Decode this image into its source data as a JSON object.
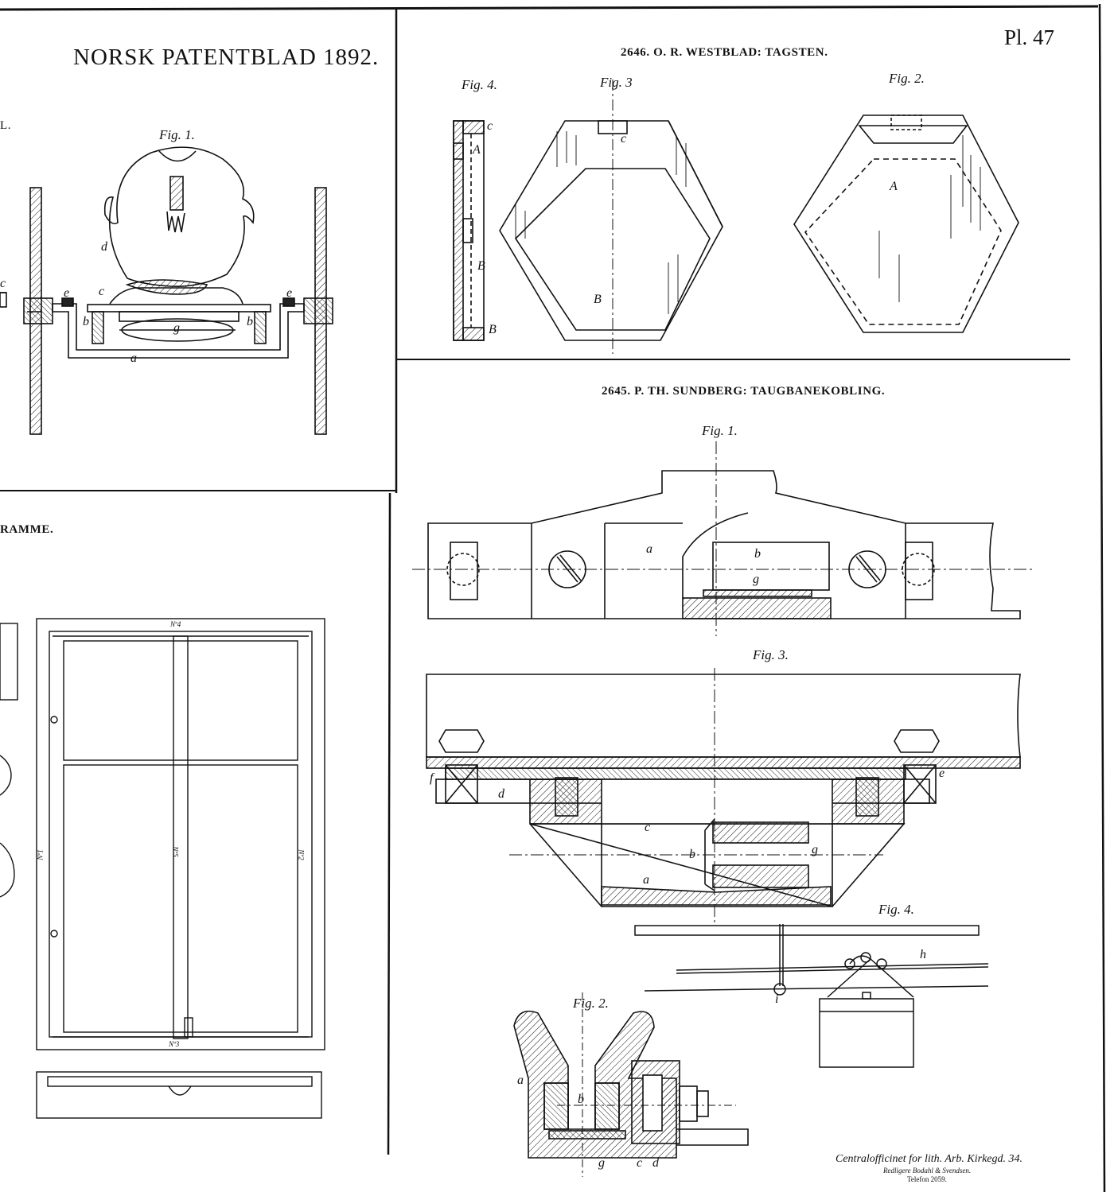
{
  "page": {
    "title": "NORSK PATENTBLAD 1892.",
    "plate": "Pl. 47"
  },
  "patents": {
    "westblad": {
      "heading": "2646. O. R. WESTBLAD: TAGSTEN."
    },
    "sundberg": {
      "heading": "2645. P. TH. SUNDBERG: TAUGBANEKOBLING."
    },
    "cut_left": {
      "heading": "RAMME.",
      "stub": "L."
    }
  },
  "figures": {
    "cannon_fig1": "Fig. 1.",
    "westblad_fig4": "Fig. 4.",
    "westblad_fig3": "Fig. 3",
    "westblad_fig2": "Fig. 2.",
    "sundberg_fig1": "Fig. 1.",
    "sundberg_fig3": "Fig. 3.",
    "sundberg_fig4": "Fig. 4.",
    "sundberg_fig2": "Fig. 2."
  },
  "labels": {
    "cannon": {
      "d": "d",
      "c1": "c",
      "c_left": "c",
      "e1": "e",
      "e2": "e",
      "b1": "b",
      "b2": "b",
      "g": "g",
      "a": "a"
    },
    "westblad": {
      "c4": "c",
      "A4": "A",
      "B4": "B",
      "B4b": "B",
      "c3": "c",
      "B3": "B",
      "A2": "A"
    },
    "sundberg": {
      "a1": "a",
      "b1": "b",
      "g1": "g",
      "a3": "a",
      "c3": "c",
      "b3": "b",
      "g3": "g",
      "d3": "d",
      "f3": "f",
      "e3": "e",
      "h4": "h",
      "i4": "i",
      "a2": "a",
      "b2": "b",
      "g2": "g",
      "c2": "c",
      "d2": "d"
    },
    "frame": {
      "n4": "Nº4",
      "n3": "Nº3",
      "n2": "Nº2",
      "n1": "Nº1",
      "n5": "Nº5"
    }
  },
  "printer": {
    "line1": "Centralofficinet for lith. Arb. Kirkegd. 34.",
    "line2": "Redligere Bodahl & Svendsen.",
    "line3": "Telefon 2059."
  }
}
